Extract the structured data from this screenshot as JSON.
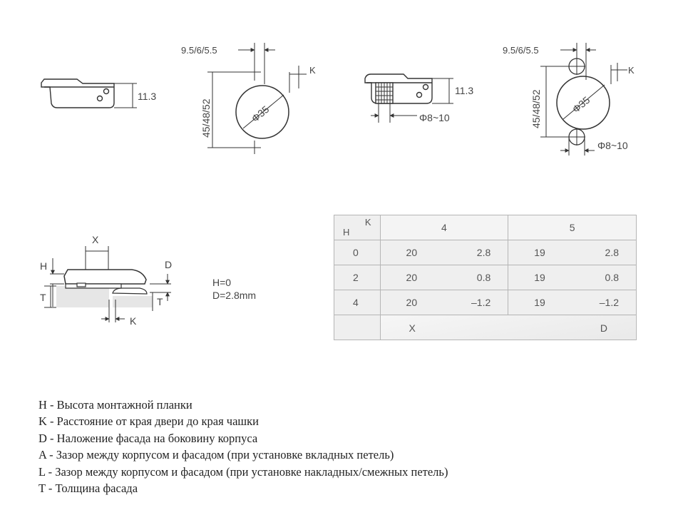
{
  "fig1": {
    "dim": "11.3"
  },
  "fig2": {
    "top_dim": "9.5/6/5.5",
    "k": "K",
    "vertical_dim": "45/48/52",
    "diameter": "Φ35"
  },
  "fig3": {
    "dim": "11.3",
    "bottom_dim": "Φ8~10"
  },
  "fig4": {
    "top_dim": "9.5/6/5.5",
    "k": "K",
    "vertical_dim": "45/48/52",
    "diameter": "Φ35",
    "bottom_dim": "Φ8~10"
  },
  "fig5": {
    "x": "X",
    "h": "H",
    "t_left": "T",
    "d": "D",
    "t_right": "T",
    "k": "K",
    "note_h": "H=0",
    "note_d": "D=2.8mm"
  },
  "table": {
    "corner_h": "H",
    "corner_k": "K",
    "columns": [
      "4",
      "5"
    ],
    "rows": [
      {
        "h": "0",
        "c4x": "20",
        "c4d": "2.8",
        "c5x": "19",
        "c5d": "2.8"
      },
      {
        "h": "2",
        "c4x": "20",
        "c4d": "0.8",
        "c5x": "19",
        "c5d": "0.8"
      },
      {
        "h": "4",
        "c4x": "20",
        "c4d": "–1.2",
        "c5x": "19",
        "c5d": "–1.2"
      }
    ],
    "footer_x": "X",
    "footer_d": "D"
  },
  "legend": [
    "H  - Высота монтажной планки",
    "K  - Расстояние от края двери до края чашки",
    "D  - Наложение фасада на боковину корпуса",
    "A  - Зазор между корпусом и фасадом (при установке вкладных петель)",
    "L  - Зазор между корпусом и фасадом (при установке накладных/смежных петель)",
    "T  - Толщина фасада"
  ]
}
